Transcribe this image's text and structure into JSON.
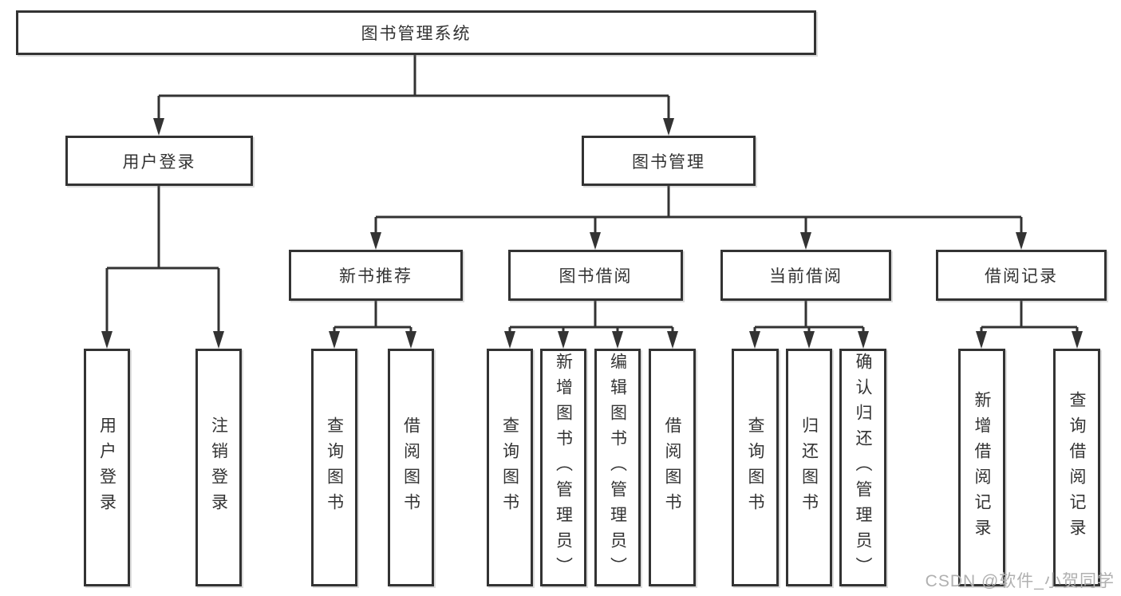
{
  "diagram": {
    "root": "图书管理系统",
    "level1": [
      "用户登录",
      "图书管理"
    ],
    "level2": [
      "新书推荐",
      "图书借阅",
      "当前借阅",
      "借阅记录"
    ],
    "leaves": {
      "user_login": [
        "用户登录",
        "注销登录"
      ],
      "new_book_recommend": [
        "查询图书",
        "借阅图书"
      ],
      "book_borrow": [
        "查询图书",
        "新增图书（管理员）",
        "编辑图书（管理员）",
        "借阅图书"
      ],
      "current_borrow": [
        "查询图书",
        "归还图书",
        "确认归还（管理员）"
      ],
      "borrow_record": [
        "新增借阅记录",
        "查询借阅记录"
      ]
    },
    "watermark": "CSDN @软件_小贺同学",
    "colors": {
      "line": "#333333",
      "text": "#333333",
      "box_background": "#ffffff",
      "watermark": "#b0b0b0",
      "background": "#ffffff"
    }
  }
}
